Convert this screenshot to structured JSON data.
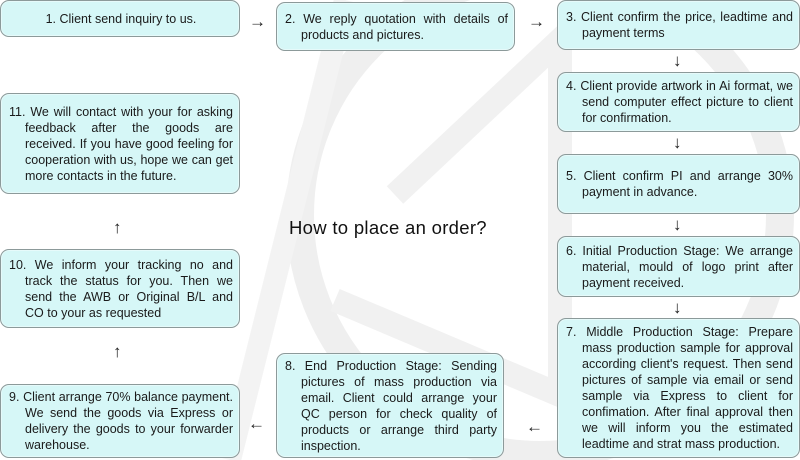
{
  "title": "How to place an order?",
  "colors": {
    "box_fill": "#d6f7f7",
    "box_border": "#8c9a9a",
    "watermark": "#ececec"
  },
  "steps": [
    {
      "n": 1,
      "text": "1. Client send inquiry to us."
    },
    {
      "n": 2,
      "text": "2. We reply quotation with details  of products and pictures."
    },
    {
      "n": 3,
      "text": "3. Client confirm the price, leadtime and payment terms"
    },
    {
      "n": 4,
      "text": "4. Client provide artwork in Ai format, we send computer effect picture to client for confirmation."
    },
    {
      "n": 5,
      "text": "5. Client confirm PI and arrange 30% payment in advance."
    },
    {
      "n": 6,
      "text": "6. Initial Production Stage: We arrange material, mould of logo print after payment received."
    },
    {
      "n": 7,
      "text": "7. Middle Production Stage: Prepare mass production sample for approval according client's request. Then send pictures of sample via email or send sample via Express to client for confimation. After final approval then we will inform you the estimated leadtime and strat mass production."
    },
    {
      "n": 8,
      "text": "8. End Production Stage: Sending pictures of mass production via email. Client could arrange your QC person for check quality of products or arrange third party inspection."
    },
    {
      "n": 9,
      "text": "9. Client arrange 70% balance payment. We send the goods via Express or delivery the goods to your forwarder warehouse."
    },
    {
      "n": 10,
      "text": "10. We inform your tracking no and track the status for you. Then we send the AWB or Original B/L and CO to your as requested"
    },
    {
      "n": 11,
      "text": "11. We will contact with your for asking feedback after the goods are received. If you have good feeling for cooperation with us, hope we can get more contacts in the future."
    }
  ],
  "arrows": {
    "right": "→",
    "down": "↓",
    "left": "←",
    "up": "↑"
  }
}
